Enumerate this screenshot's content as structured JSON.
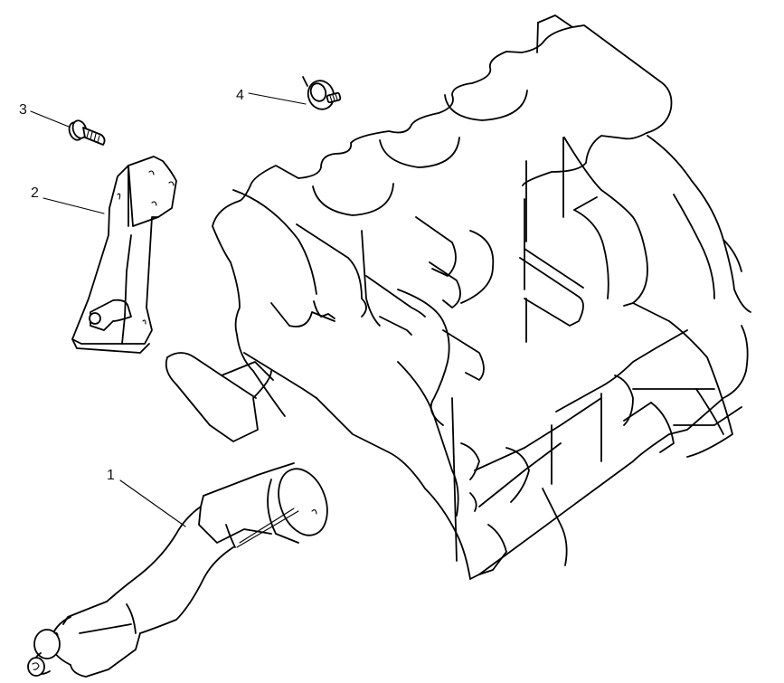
{
  "diagram": {
    "type": "exploded-parts-view",
    "subject": "engine cylinder block with attached parts",
    "callouts": [
      {
        "number": "1",
        "part": "oil-pickup-tube"
      },
      {
        "number": "2",
        "part": "mounting-bracket"
      },
      {
        "number": "3",
        "part": "bolt"
      },
      {
        "number": "4",
        "part": "oil-pressure-switch"
      }
    ]
  },
  "colors": {
    "line": "#000000",
    "background": "#ffffff"
  }
}
